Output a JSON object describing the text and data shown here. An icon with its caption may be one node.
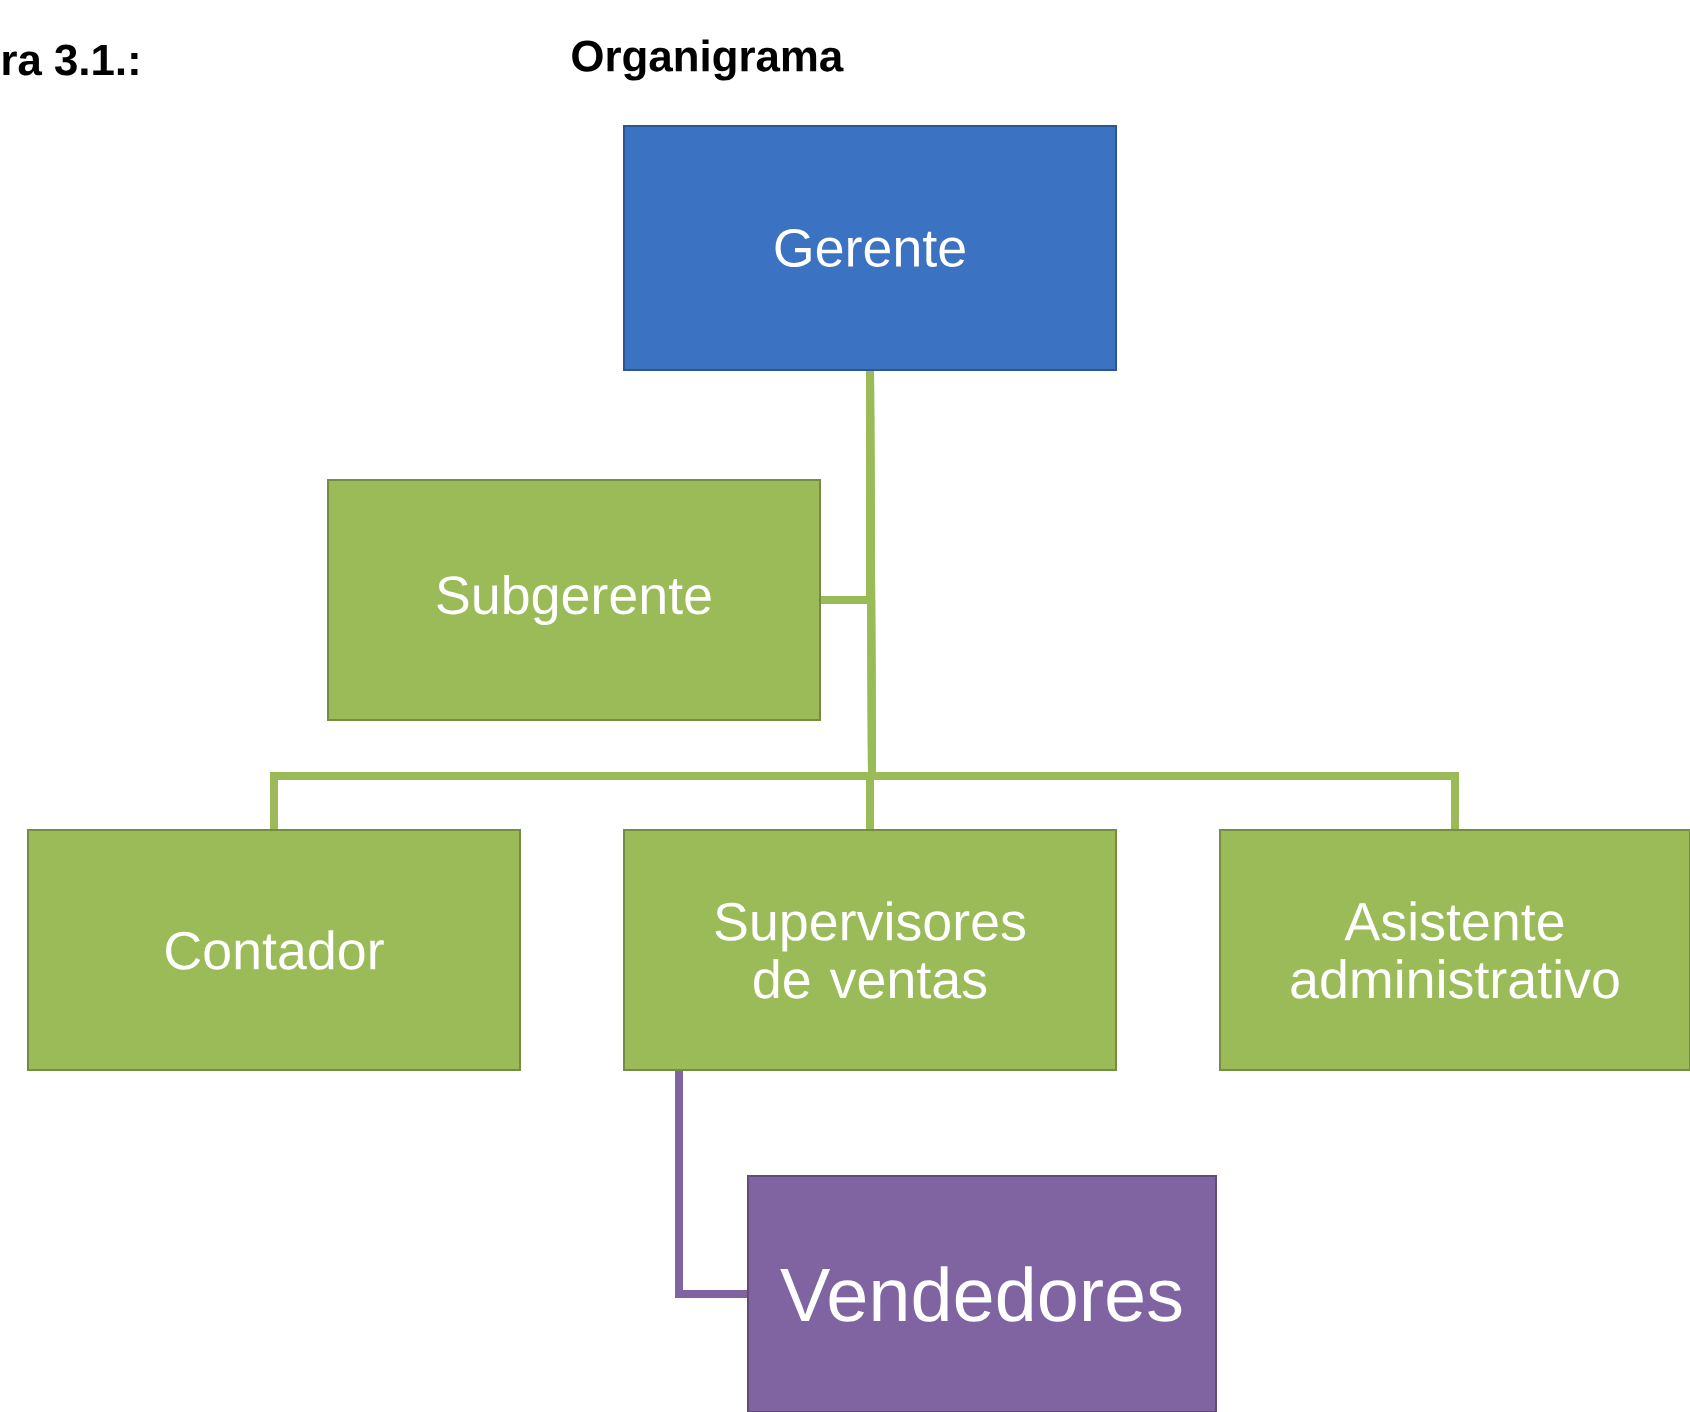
{
  "diagram": {
    "title": "Organigrama",
    "nodes": [
      {
        "text": [
          "Gerente"
        ]
      },
      {
        "text": [
          "Subgerente"
        ]
      },
      {
        "text": [
          "Contador"
        ]
      },
      {
        "text": [
          "Supervisores de ventas"
        ]
      },
      {
        "text": [
          "Asistente administrativo"
        ]
      },
      {
        "text": [
          "Vendedores"
        ]
      }
    ],
    "edges": [
      {
        "from": 0,
        "to": 1,
        "arrow": "none"
      },
      {
        "from": 0,
        "to": 2,
        "arrow": "none"
      },
      {
        "from": 0,
        "to": 3,
        "arrow": "none"
      },
      {
        "from": 0,
        "to": 4,
        "arrow": "none"
      },
      {
        "from": 3,
        "to": 5,
        "arrow": "none",
        "color": "#8064a2"
      }
    ],
    "labels": [
      "ra 3.1.:"
    ]
  }
}
